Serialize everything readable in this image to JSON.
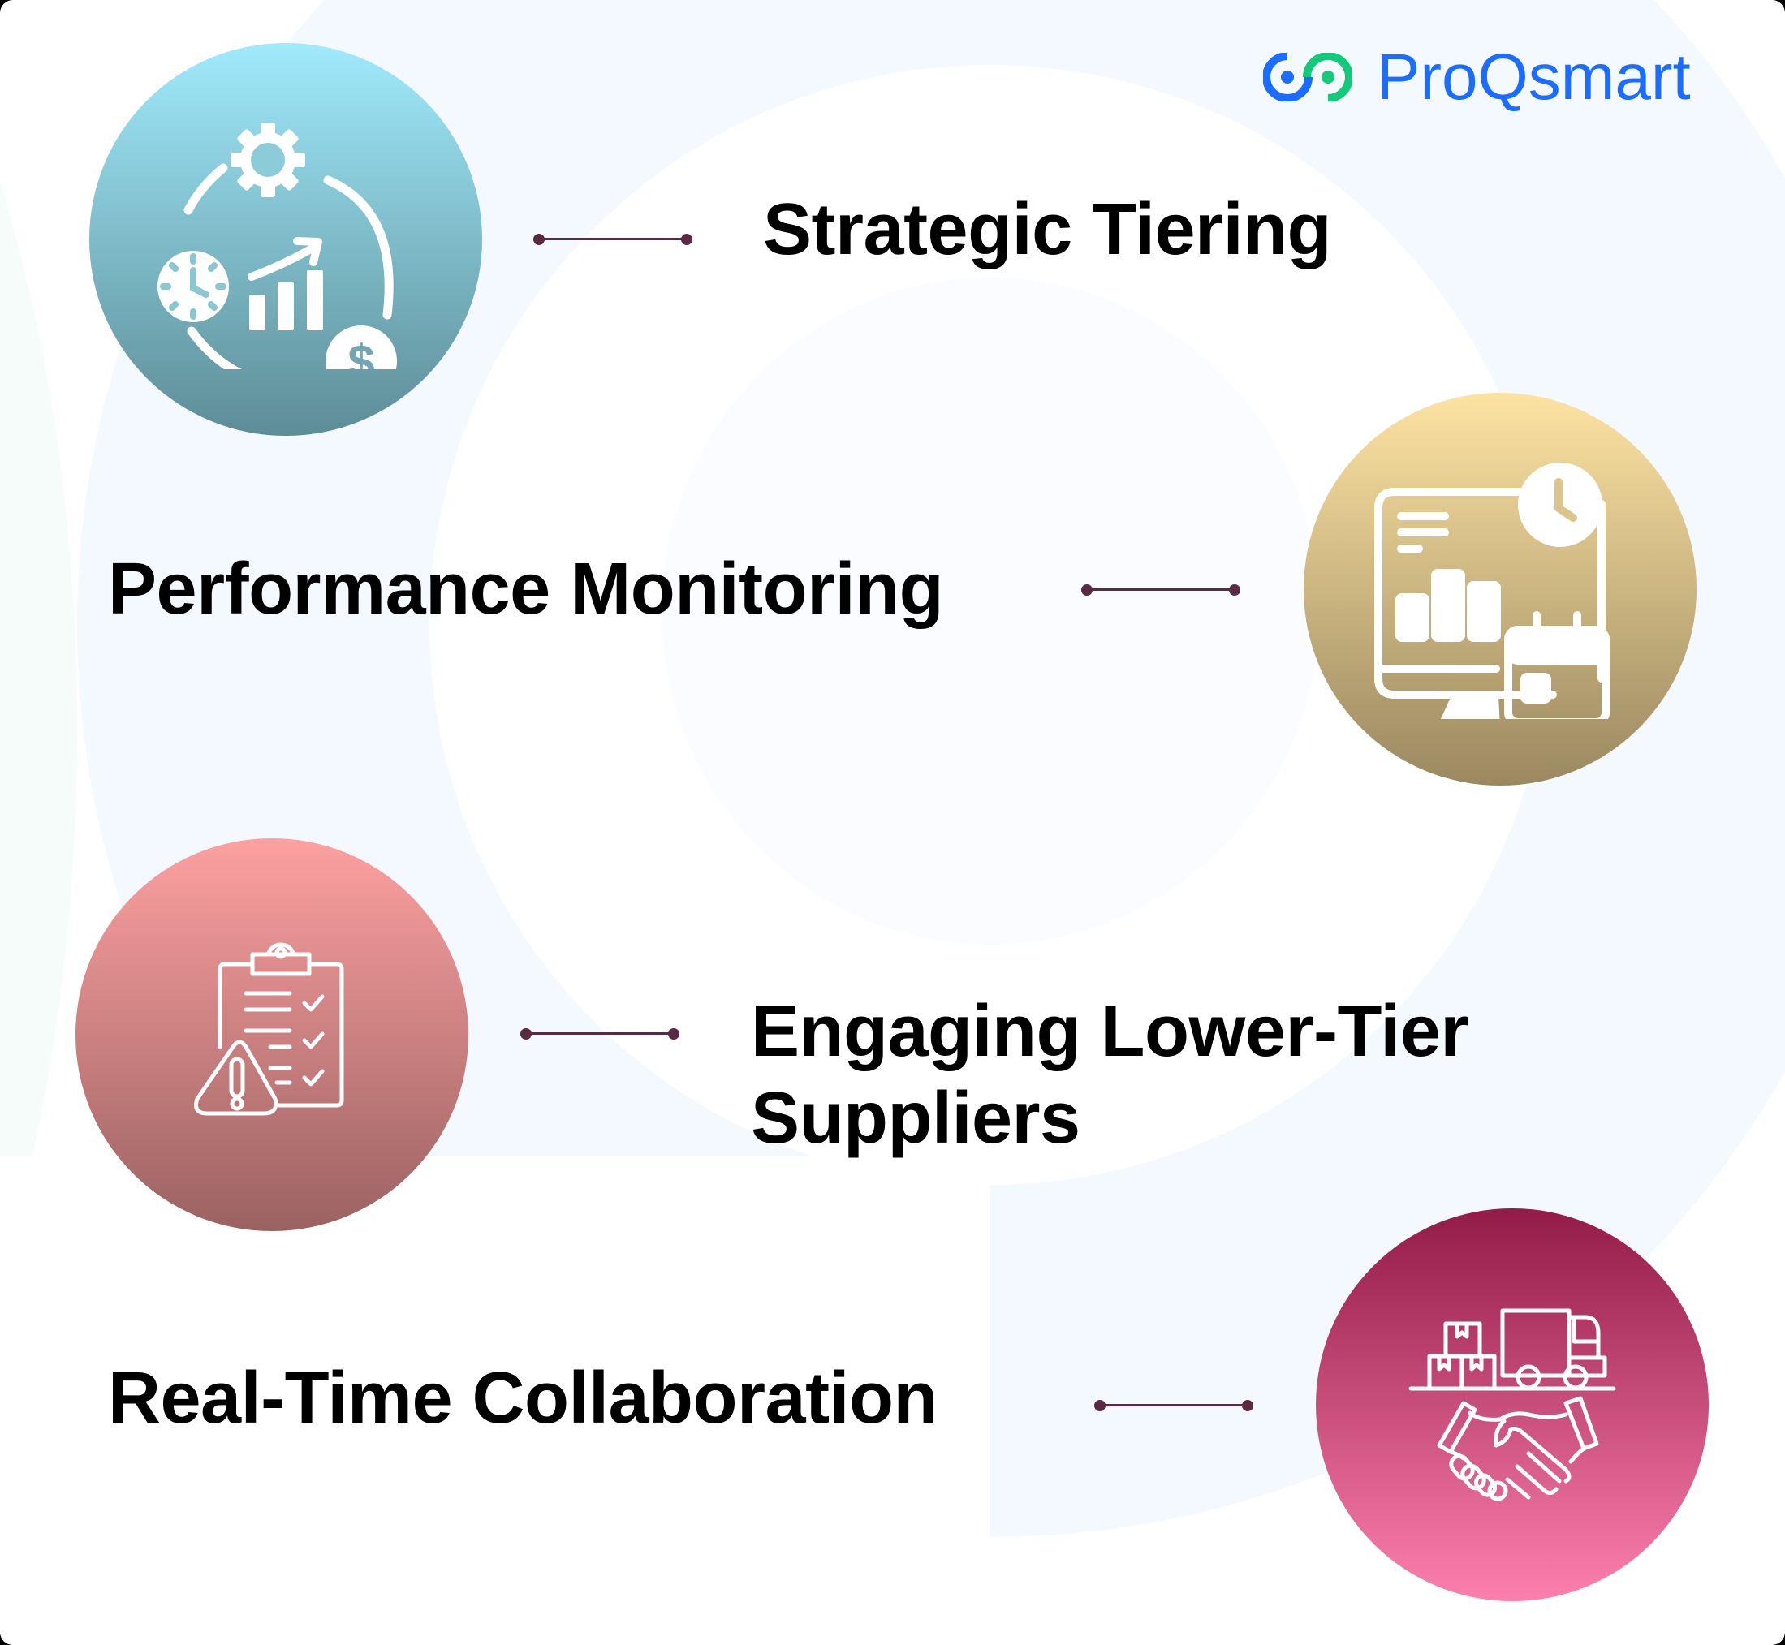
{
  "brand": {
    "name": "ProQsmart",
    "logo_icon": "linked-rings-icon",
    "colors": {
      "blue": "#1a6dff",
      "green": "#13c97a"
    }
  },
  "items": [
    {
      "label": "Strategic Tiering",
      "icon": "strategy-cycle-icon",
      "gradient": [
        "#a0eafc",
        "#5d8d97"
      ]
    },
    {
      "label": "Performance Monitoring",
      "icon": "monitor-dashboard-icon",
      "gradient": [
        "#fde3a2",
        "#9a8860"
      ]
    },
    {
      "label_line1": "Engaging Lower-Tier",
      "label_line2": "Suppliers",
      "icon": "clipboard-warning-icon",
      "gradient": [
        "#fda0a0",
        "#9b6262"
      ]
    },
    {
      "label": "Real-Time Collaboration",
      "icon": "logistics-handshake-icon",
      "gradient": [
        "#931b48",
        "#fc80ad"
      ]
    }
  ],
  "connector_color": "#5a2a45"
}
